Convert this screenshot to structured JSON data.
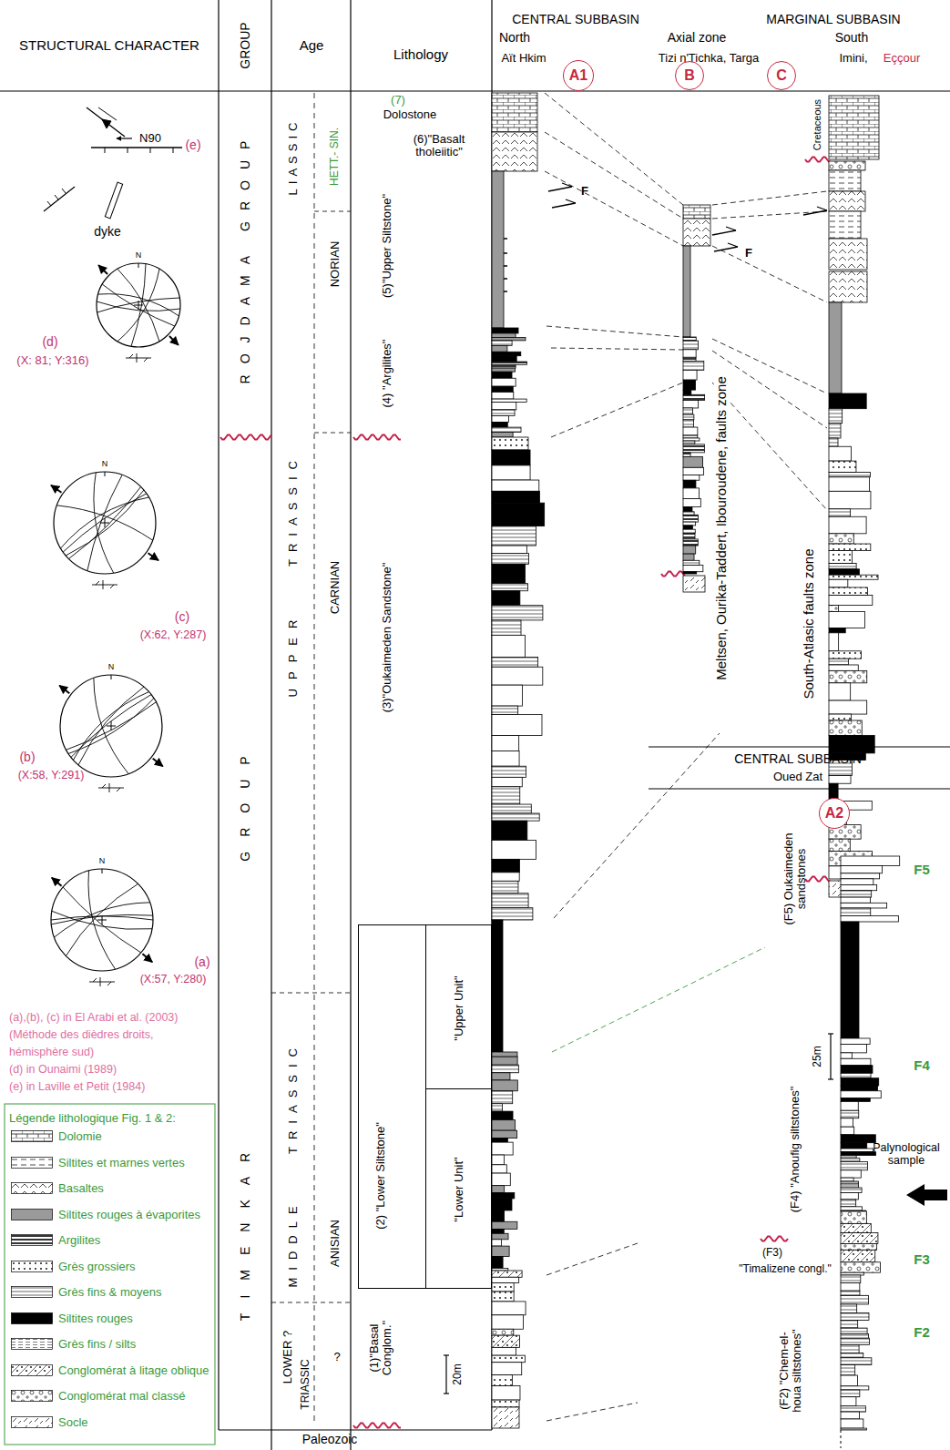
{
  "diagram": {
    "nodes": [
      {
        "text": [
          "A1"
        ]
      },
      {
        "text": [
          "B"
        ]
      },
      {
        "text": [
          "C"
        ]
      },
      {
        "text": [
          "A2"
        ]
      },
      {
        "text": [
          "(2) \"Lower Siltstone\""
        ]
      },
      {
        "text": [
          "\"Upper Unit\""
        ],
        "in": 4
      },
      {
        "text": [
          "\"Lower Unit\""
        ],
        "in": 4
      }
    ],
    "labels": [
      "STRUCTURAL CHARACTER",
      "GROUP",
      "Age",
      "Lithology",
      "CENTRAL SUBBASIN",
      "MARGINAL SUBBASIN",
      "North",
      "Axial zone",
      "South",
      "Aït Hkim",
      "Tizi n'Tichka, Targa",
      "Imini,",
      "Eççour",
      "N90",
      "(e)",
      "dyke",
      "(d)",
      "(X: 81; Y:316)",
      "(c)",
      "(X:62, Y:287)",
      "(b)",
      "(X:58, Y:291)",
      "(a)",
      "(X:57, Y:280)",
      "(a),(b), (c) in El Arabi et al. (2003)",
      "(Méthode des dièdres droits,",
      "hémisphère sud)",
      "(d) in Ounaimi (1989)",
      "(e) in Laville et Petit (1984)",
      "Légende lithologique Fig. 1 & 2:",
      "ROJDAMA GROUP",
      "GROUP",
      "TIMENKAR",
      "LIASSIC",
      "HETT.- SIN.",
      "NORIAN",
      "TRIASSIC",
      "UPPER",
      "CARNIAN",
      "TRIASSIC",
      "MIDDLE",
      "ANISIAN",
      "LOWER ?",
      "TRIASSIC",
      "?",
      "(7)",
      "Dolostone",
      "(6)\"Basalt tholeiitic\"",
      "(5)\"Upper Siltstone\"",
      "(4) \"Argilites\"",
      "(3)\"Oukaimeden Sandstone\"",
      "(1)\"Basal Conglom.\"",
      "20m",
      "Cretaceous",
      "F",
      "F",
      "Meltsen, Ourika-Taddert, Ibouroudene, faults zone",
      "South-Atlasic faults zone",
      "CENTRAL SUBBASIN",
      "Oued Zat",
      "(F5) Oukaimeden sandstones",
      "(F4) \"Anoufig siltstones\"",
      "(F3)",
      "\"Timalizene congl.\"",
      "(F2) \"Chem-el-houa siltstones\"",
      "25m",
      "F5",
      "F4",
      "F3",
      "F2",
      "Palynological sample",
      "Paleozoic",
      "N",
      "N",
      "N",
      "N"
    ],
    "legend": [
      {
        "text": "Dolomie"
      },
      {
        "text": "Siltites et marnes vertes"
      },
      {
        "text": "Basaltes"
      },
      {
        "text": "Siltites rouges à évaporites",
        "color": "#9a9a9a"
      },
      {
        "text": "Argilites"
      },
      {
        "text": "Grès grossiers"
      },
      {
        "text": "Grès fins & moyens"
      },
      {
        "text": "Siltites rouges",
        "color": "#000000"
      },
      {
        "text": "Grès fins / silts"
      },
      {
        "text": "Conglomérat à litage oblique"
      },
      {
        "text": "Conglomérat mal classé"
      },
      {
        "text": "Socle"
      }
    ]
  }
}
